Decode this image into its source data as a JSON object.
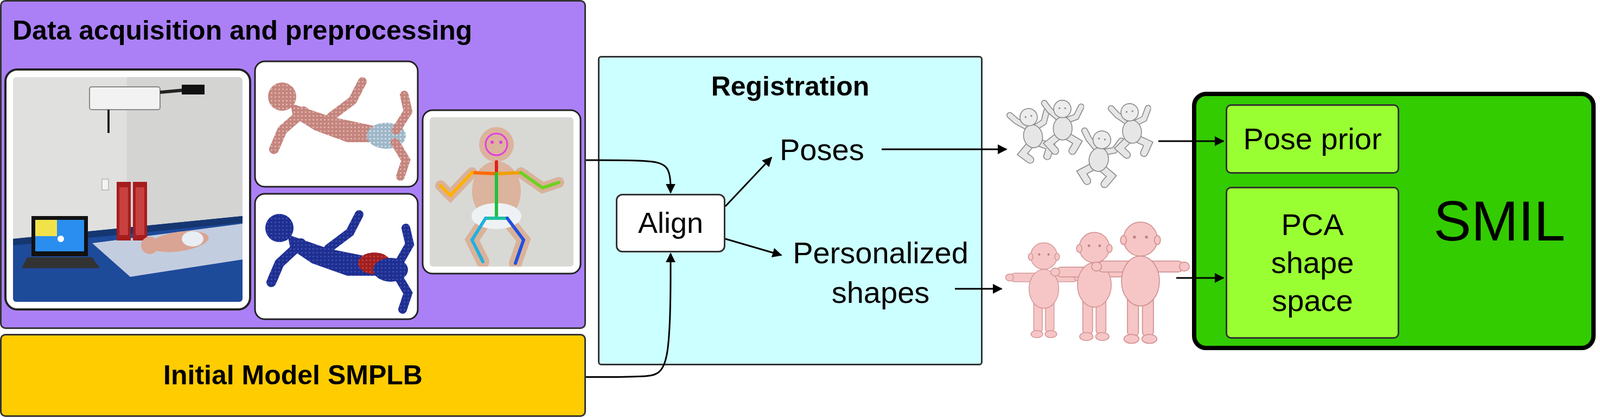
{
  "diagram": {
    "nodes": [
      {
        "text": [
          "Data acquisition and preprocessing"
        ]
      },
      {
        "text": [
          "Initial Model SMPLB"
        ]
      },
      {
        "text": [
          "Registration"
        ]
      },
      {
        "text": [
          "Align"
        ],
        "in": 2
      },
      {
        "text": [
          "SMIL"
        ]
      },
      {
        "text": [
          "Pose prior"
        ],
        "in": 4
      },
      {
        "text": [
          "PCA shape space"
        ],
        "in": 4
      }
    ],
    "edges": [
      {
        "from": 0,
        "to": 3,
        "arrow": "to"
      },
      {
        "from": 1,
        "to": 3,
        "arrow": "to"
      }
    ],
    "labels": [
      "Poses",
      "Personalized shapes"
    ]
  }
}
